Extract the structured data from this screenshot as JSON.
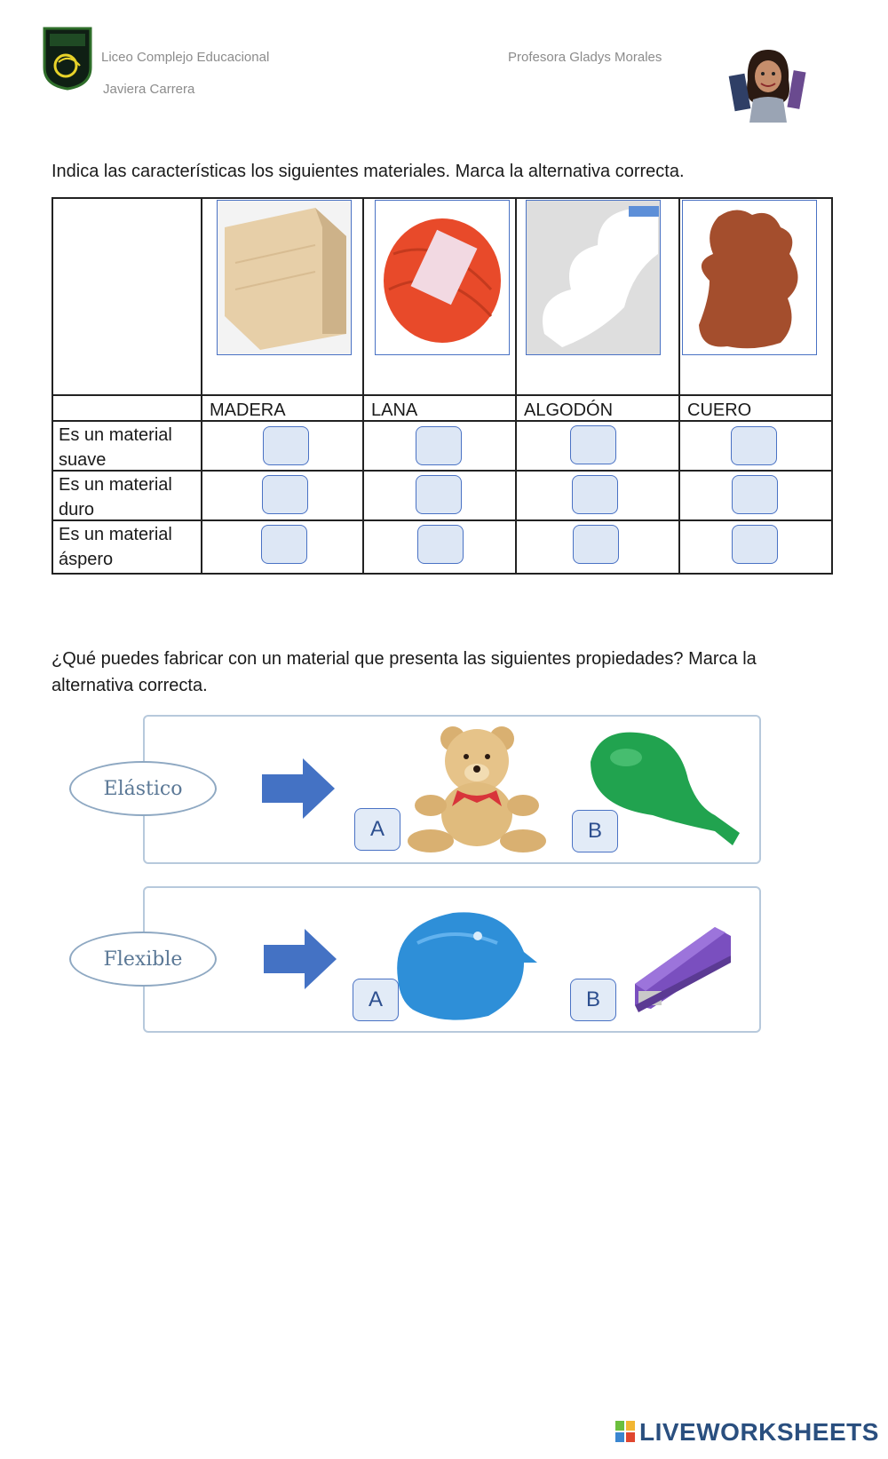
{
  "header": {
    "school_name": "Liceo Complejo Educacional",
    "student_name": "Javiera Carrera",
    "teacher_name": "Profesora Gladys Morales",
    "logo_text": [
      "Liceo Complejo",
      "Educacional",
      "Javiera",
      "Carrera"
    ]
  },
  "section1": {
    "instruction": "Indica las características los siguientes materiales. Marca la alternativa correcta.",
    "columns": [
      "MADERA",
      "LANA",
      "ALGODÓN",
      "CUERO"
    ],
    "rows": [
      {
        "line1": "Es un material",
        "line2": "suave"
      },
      {
        "line1": "Es un material",
        "line2": "duro"
      },
      {
        "line1": "Es un material",
        "line2": "áspero"
      }
    ]
  },
  "section2": {
    "instruction_line1": "¿Qué puedes fabricar con un material que presenta las siguientes propiedades? Marca la",
    "instruction_line2": "alternativa correcta.",
    "questions": [
      {
        "property": "Elástico",
        "option_a": "A",
        "option_b": "B",
        "image_a": "teddy-bear",
        "image_b": "balloon"
      },
      {
        "property": "Flexible",
        "option_a": "A",
        "option_b": "B",
        "image_a": "swim-cap",
        "image_b": "stapler"
      }
    ]
  },
  "footer": {
    "brand": "LIVEWORKSHEETS"
  },
  "colors": {
    "box_border": "#4a72c4",
    "box_fill": "#dde7f5",
    "arrow": "#4472c4",
    "header_text": "#8c8c8c"
  }
}
